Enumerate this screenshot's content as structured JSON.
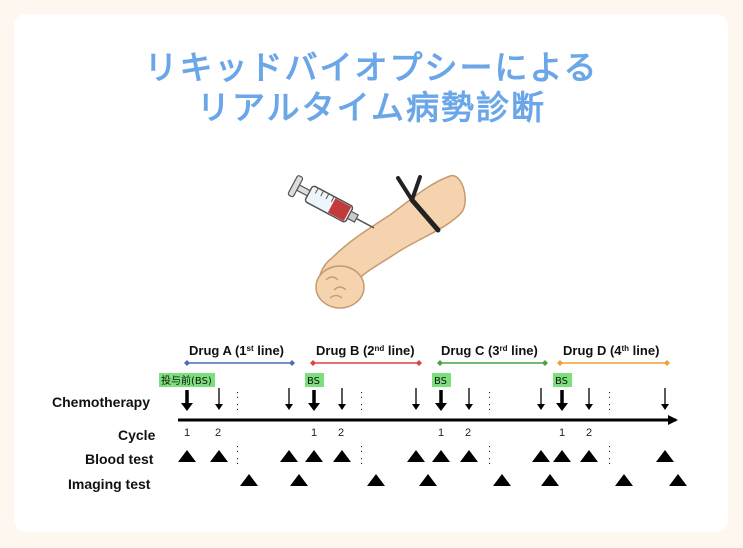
{
  "title": {
    "line1": "リキッドバイオプシーによる",
    "line2": "リアルタイム病勢診断"
  },
  "colors": {
    "title": "#6aa6e8",
    "drugA": "#4a6fb5",
    "drugB": "#e04040",
    "drugC": "#46a446",
    "drugD": "#f0a030",
    "bs_badge": "#7be07b"
  },
  "rows": {
    "chemo": "Chemotherapy",
    "cycle": "Cycle",
    "blood": "Blood test",
    "imaging": "Imaging test"
  },
  "drugs": [
    {
      "main": "Drug A (1",
      "sup": "st",
      "end": " line)"
    },
    {
      "main": "Drug B (2",
      "sup": "nd",
      "end": " line)"
    },
    {
      "main": "Drug C (3",
      "sup": "rd",
      "end": " line)"
    },
    {
      "main": "Drug D (4",
      "sup": "th",
      "end": " line)"
    }
  ],
  "badges": {
    "first": "投与前(BS)",
    "other": "BS"
  },
  "cycle_numbers": [
    "1",
    "2"
  ],
  "ellipsis": ":"
}
